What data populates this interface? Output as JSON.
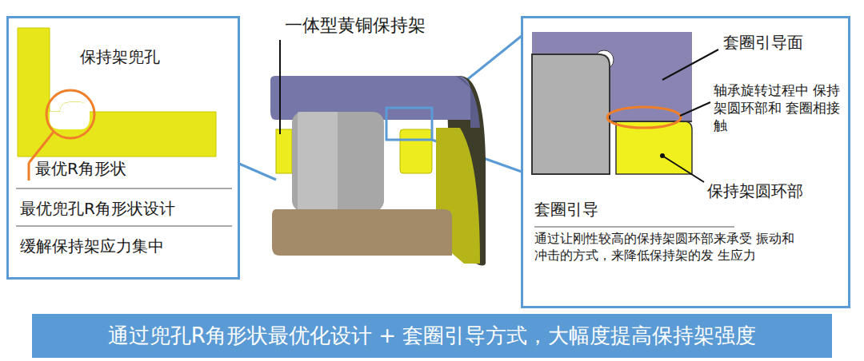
{
  "diagram": {
    "nodes": [
      {
        "text": [
          "最优兜孔R角形状设计",
          "缓解保持架应力集中"
        ]
      },
      {
        "text": [
          "套圈引导",
          "通过让刚性较高的保持架圆环部来承受 振动和冲击的方式，来降低保持架的发 生应力"
        ]
      },
      {
        "text": [
          "通过兜孔R角形状最优化设计 + 套圈引导方式，大幅度提高保持架强度"
        ]
      }
    ],
    "labels": [
      "保持架兜孔",
      "最优R角形状",
      "一体型黄铜保持架",
      "套圈引导面",
      "轴承旋转过程中 保持架圆环部和 套圈相接触",
      "保持架圆环部"
    ]
  }
}
